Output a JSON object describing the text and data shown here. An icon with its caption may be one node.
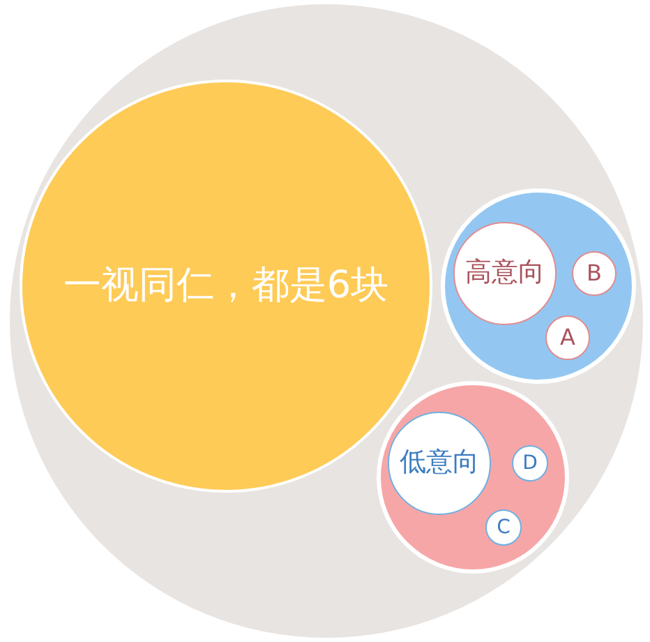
{
  "diagram": {
    "nodes": [
      {
        "text": [],
        "shape": "circle"
      },
      {
        "text": [
          "一视同仁，都是6块"
        ],
        "in": 0
      },
      {
        "text": [],
        "shape": "circle",
        "in": 0
      },
      {
        "text": [
          "高意向"
        ],
        "in": 2
      },
      {
        "text": [
          "B"
        ],
        "in": 2
      },
      {
        "text": [
          "A"
        ],
        "in": 2
      },
      {
        "text": [],
        "shape": "circle",
        "in": 0
      },
      {
        "text": [
          "低意向"
        ],
        "in": 6
      },
      {
        "text": [
          "D"
        ],
        "in": 6
      },
      {
        "text": [
          "C"
        ],
        "in": 6
      }
    ]
  }
}
